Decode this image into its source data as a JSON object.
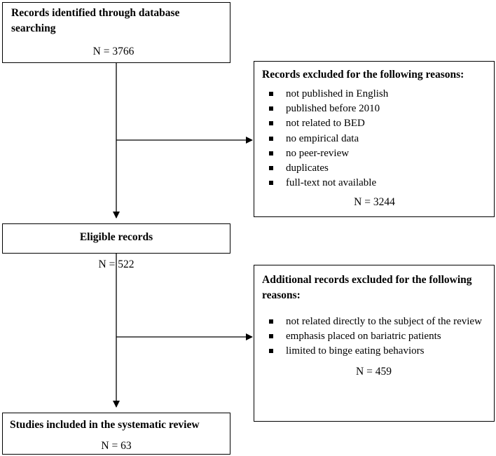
{
  "flow": {
    "identified": {
      "title": "Records identified through database searching",
      "count": "N = 3766"
    },
    "excluded_1": {
      "title": "Records excluded for the following reasons:",
      "reasons": [
        "not published in English",
        "published before 2010",
        "not related to BED",
        "no empirical data",
        "no peer-review",
        "duplicates",
        "full-text not available"
      ],
      "count": "N = 3244"
    },
    "eligible": {
      "title": "Eligible records",
      "count": "N = 522"
    },
    "excluded_2": {
      "title": "Additional records excluded for the following reasons:",
      "reasons": [
        "not related directly to the subject of the review",
        "emphasis placed on bariatric patients",
        "limited to binge eating behaviors"
      ],
      "count": "N = 459"
    },
    "included": {
      "title": "Studies included in the systematic review",
      "count": "N = 63"
    }
  }
}
